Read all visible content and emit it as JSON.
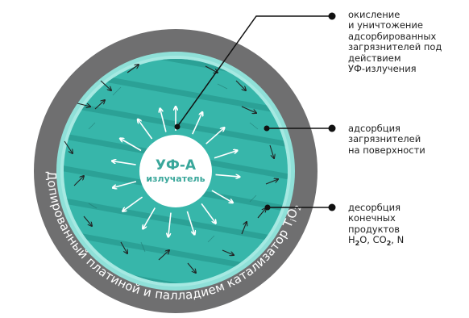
{
  "colors": {
    "outer_ring": "#6f6f70",
    "glow_ring": "#8fe0d8",
    "teal": "#37b6aa",
    "stripe": "#2a9e93",
    "center_text": "#3aa79b",
    "arrow_white": "#ffffff",
    "arrow_dark": "#222222",
    "line": "#111111"
  },
  "emitter": {
    "title": "УФ-А",
    "subtitle": "излучатель"
  },
  "ring_text": {
    "main": "Допированный платиной и палладием катализатор Т",
    "sub_i": "i",
    "o_letter": "О",
    "sub_2": "2"
  },
  "callouts": [
    {
      "text": "окисление\nи уничтожение\nадсорбированных\nзагрязнителей под\nдействием\nУФ-излучения",
      "icon": "dot-marker"
    },
    {
      "text": "адсорбция\nзагрязнителей\nна поверхности",
      "icon": "dot-marker"
    },
    {
      "line1": "десорбция",
      "line2": "конечных",
      "line3": "продуктов",
      "h": "H",
      "h_sub": "2",
      "h_o": "O, CO",
      "co_sub": "2",
      "n": ", N",
      "icon": "dot-marker"
    }
  ]
}
